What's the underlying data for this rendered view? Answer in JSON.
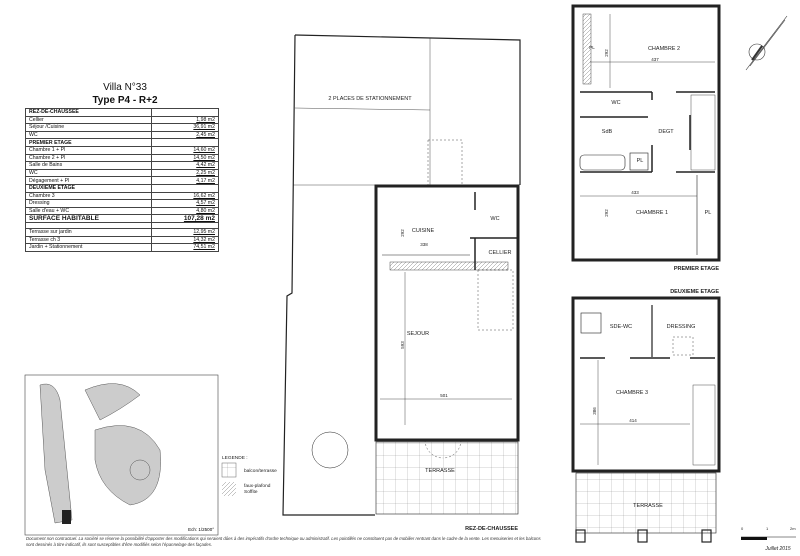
{
  "header": {
    "villa": "Villa N°33",
    "type": "Type P4 - R+2"
  },
  "surfaces": {
    "sections": [
      {
        "title": "REZ-DE-CHAUSSEE",
        "rows": [
          {
            "label": "Cellier",
            "value": "1,98  m2"
          },
          {
            "label": "Séjour /Cuisine",
            "value": "36,91  m2"
          },
          {
            "label": "WC",
            "value": "2,45  m2"
          }
        ]
      },
      {
        "title": "PREMIER ETAGE",
        "rows": [
          {
            "label": "Chambre 1 + Pl",
            "value": "14,60  m2"
          },
          {
            "label": "Chambre 2 + Pl",
            "value": "14,50  m2"
          },
          {
            "label": "Salle de Bains",
            "value": "4,42  m2"
          },
          {
            "label": "WC",
            "value": "2,25  m2"
          },
          {
            "label": "Dégagement  + Pl",
            "value": "4,17  m2"
          }
        ]
      },
      {
        "title": "DEUXIEME ETAGE",
        "rows": [
          {
            "label": "Chambre 3",
            "value": "16,62  m2"
          },
          {
            "label": "Dressing",
            "value": "4,57  m2"
          },
          {
            "label": "Salle d'eau + WC",
            "value": "4,80  m2"
          }
        ]
      }
    ],
    "total": {
      "label": "SURFACE HABITABLE",
      "value": "107,28  m2"
    },
    "exterior": [
      {
        "label": "Terrasse sur jardin",
        "value": "12,95  m2"
      },
      {
        "label": "Terrasse  ch 3",
        "value": "14,32  m2"
      },
      {
        "label": "Jardin + Stationnement",
        "value": "74,51  m2"
      }
    ]
  },
  "rdc": {
    "parking": "2 PLACES DE STATIONNEMENT",
    "cuisine": "CUISINE",
    "cuisine_w": "338",
    "cuisine_h": "292",
    "wc": "WC",
    "cellier": "CELLIER",
    "sejour": "SEJOUR",
    "sejour_w": "501",
    "sejour_h": "593",
    "terrasse": "TERRASSE",
    "level": "REZ-DE-CHAUSSEE"
  },
  "etage1": {
    "chambre2": "CHAMBRE 2",
    "ch2_w": "437",
    "ch2_h": "292",
    "wc": "WC",
    "sdb": "SdB",
    "degt": "DEGT",
    "pl": "PL",
    "chambre1": "CHAMBRE 1",
    "ch1_w": "433",
    "ch1_h": "292",
    "pl2": "PL",
    "pl3": "PL",
    "level": "PREMIER ETAGE"
  },
  "etage2": {
    "level": "DEUXIEME ETAGE",
    "sde": "SDE-WC",
    "dressing": "DRESSING",
    "chambre3": "CHAMBRE 3",
    "ch3_w": "414",
    "ch3_h": "386",
    "terrasse": "TERRASSE"
  },
  "legend": {
    "title": "LEGENDE :",
    "item1": "balcon/terrasse",
    "item2a": "faux-plafond",
    "item2b": "Soffite"
  },
  "site": {
    "scale": "Ech: 1/2500°"
  },
  "scalebar": {
    "t0": "0",
    "t1": "1",
    "t2": "2m"
  },
  "date": "Juillet 2015",
  "footer": "Document non contractuel. La société se réserve la possibilité d'apporter des modifications qui seraient dûes à des impératifs d'ordre technique ou administratif.  Les pointillés ne constituent pas de mobilier rentrant dans le cadre de la vente. Les menuiseries et les balcons sont dessinés à titre indicatif, ils sont susceptibles d'être modifiés selon l'épannelage des façades."
}
